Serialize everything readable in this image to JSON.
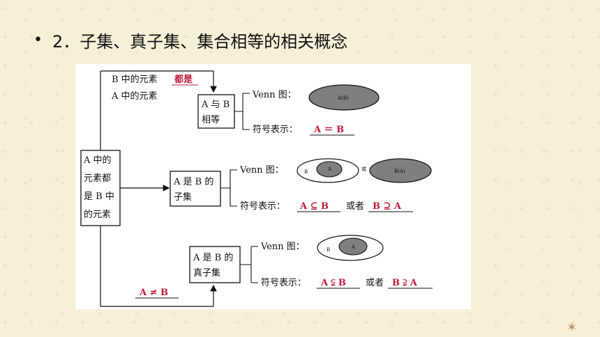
{
  "heading": {
    "bullet": "•",
    "text": "2．子集、真子集、集合相等的相关概念"
  },
  "diagram": {
    "top_condition": {
      "line1_prefix": "B 中的元素",
      "line1_blank": "都是",
      "line2": "A 中的元素"
    },
    "root": [
      "A 中的",
      "元素都",
      "是 B 中",
      "的元素"
    ],
    "equal": {
      "box": [
        "A 与 B",
        "相等"
      ],
      "venn_label": "Venn 图：",
      "venn_circle": "A(B)",
      "symbol_label": "符号表示：",
      "symbol": "A ＝ B"
    },
    "subset": {
      "box": [
        "A 是 B 的",
        "子集"
      ],
      "venn_label": "Venn 图：",
      "venn_outer": "B",
      "venn_inner": "A",
      "or_small": "或",
      "venn_alt": "B(A)",
      "symbol_label": "符号表示：",
      "symbol": "A ⊆ B",
      "or": "或者",
      "symbol_alt": "B ⊇ A"
    },
    "proper": {
      "box": [
        "A 是 B 的",
        "真子集"
      ],
      "venn_label": "Venn 图：",
      "venn_outer": "B",
      "venn_inner": "A",
      "symbol_label": "符号表示：",
      "symbol": "A ⫋ B",
      "or": "或者",
      "symbol_alt": "B ⫌ A"
    },
    "bottom_condition": "A ≠ B"
  },
  "colors": {
    "answer": "#c2183a",
    "venn_fill": "#7f7f7f",
    "background": "#f7efd8"
  }
}
